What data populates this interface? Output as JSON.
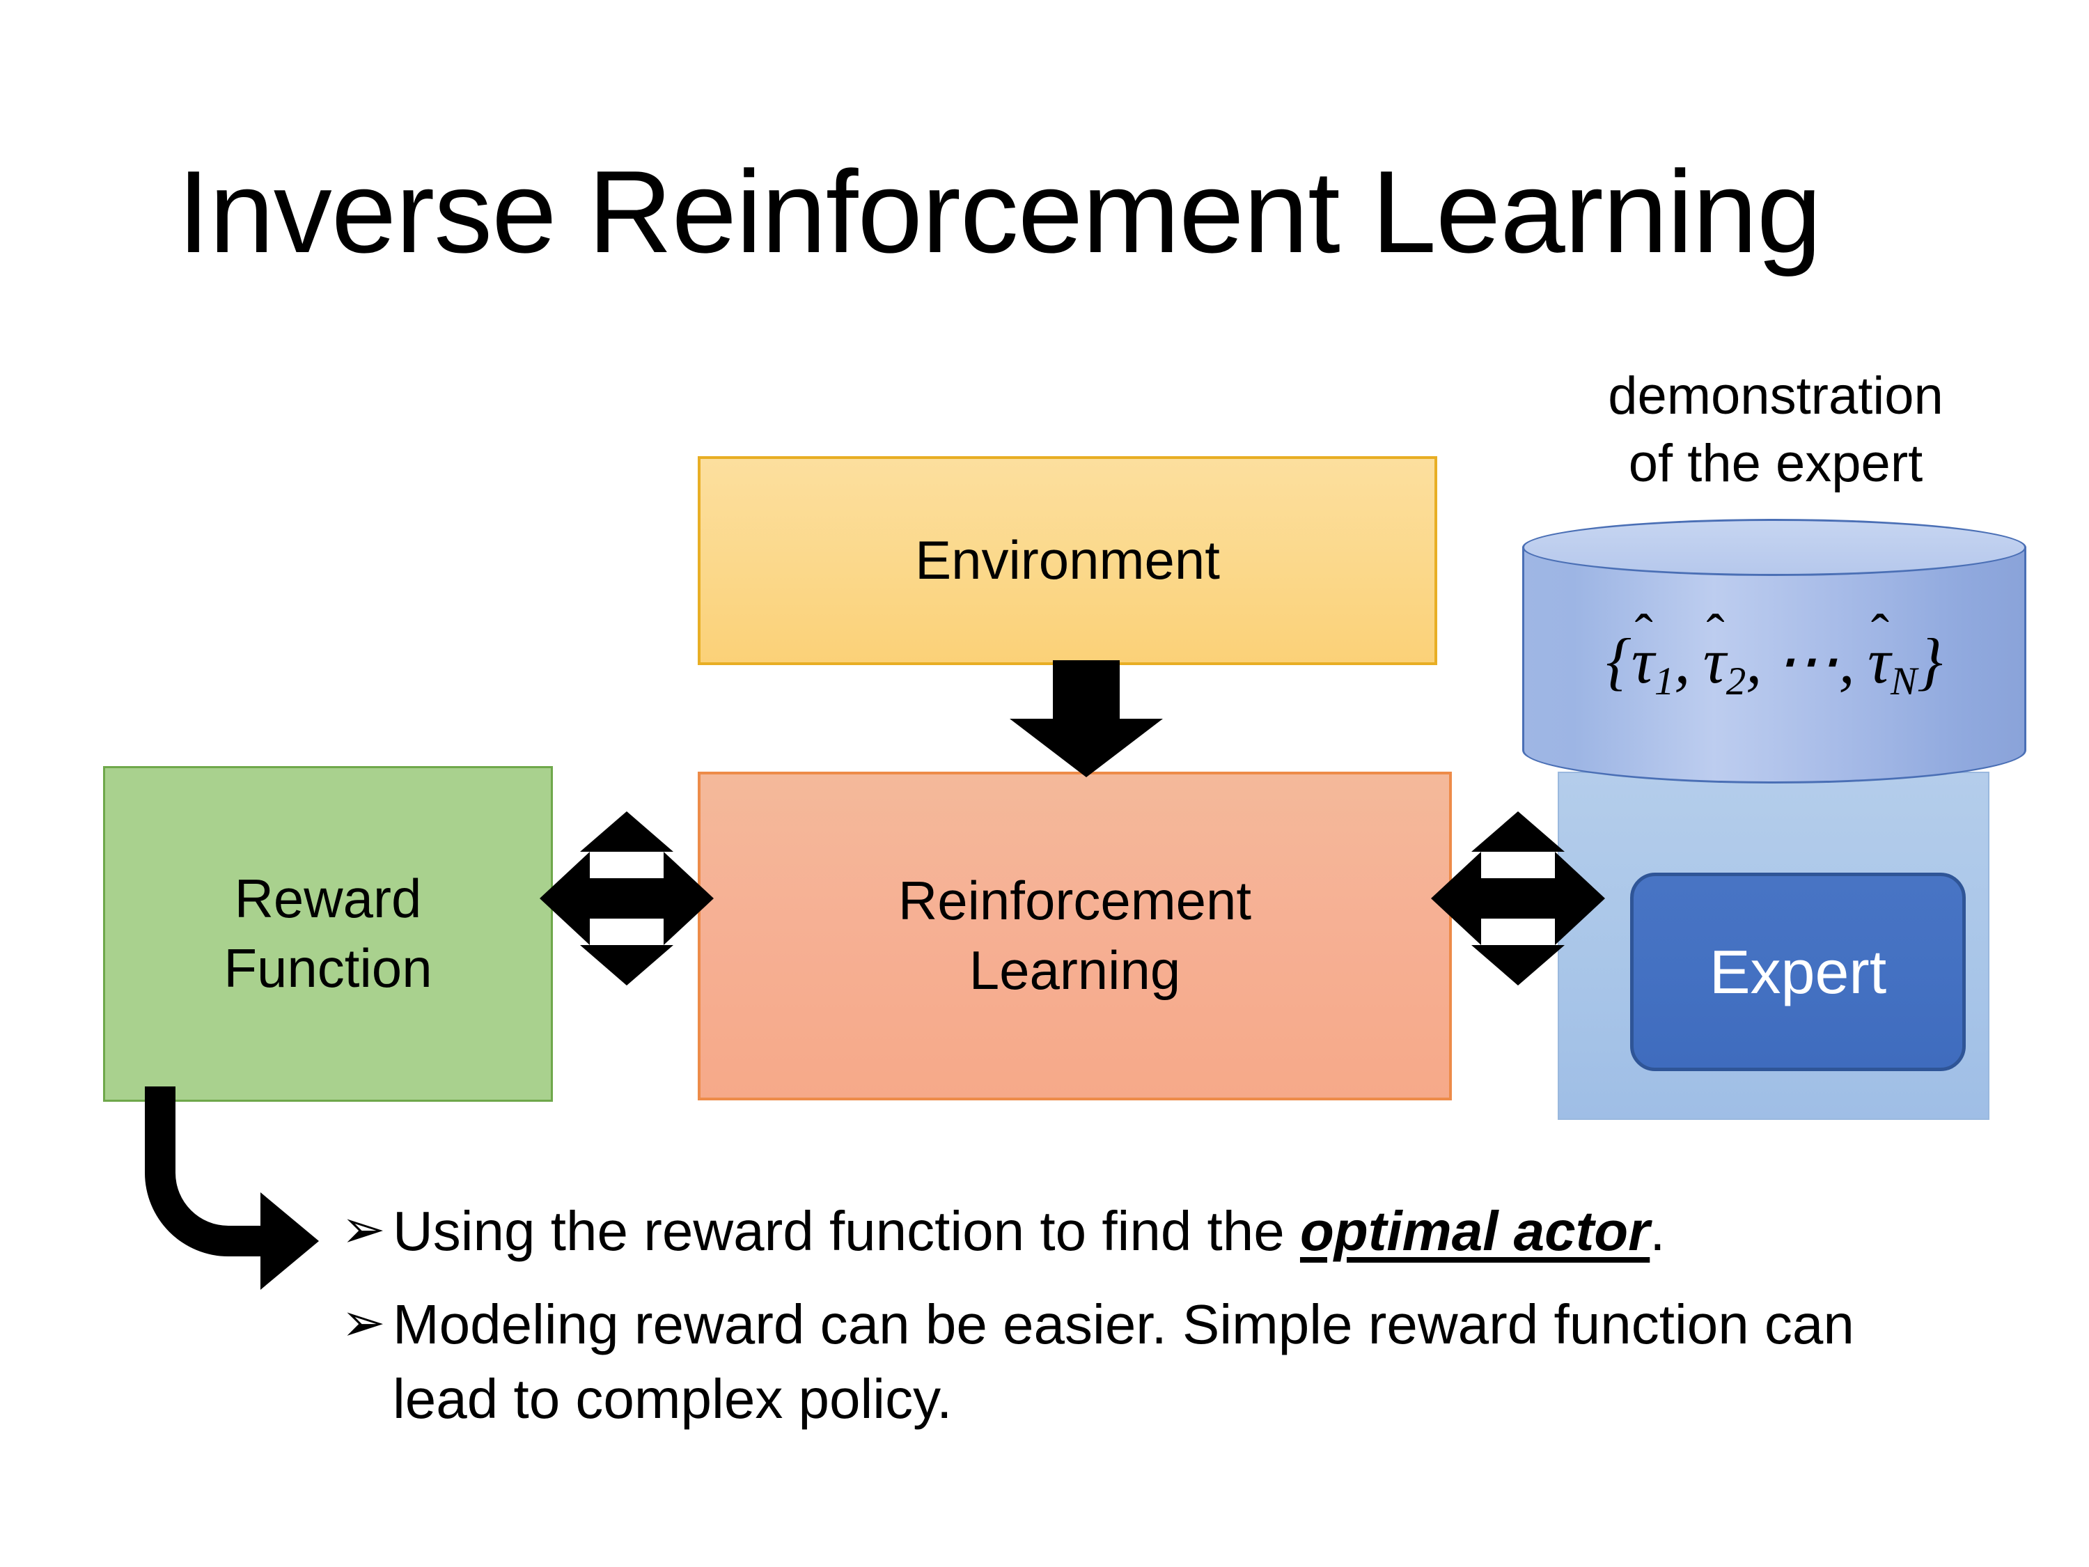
{
  "slide": {
    "title": "Inverse Reinforcement Learning",
    "background_color": "#FFFFFF"
  },
  "diagram": {
    "environment": {
      "label": "Environment",
      "fill_color": "#FBD88A",
      "border_color": "#E8AE24"
    },
    "reinforcement_learning": {
      "label_line1": "Reinforcement",
      "label_line2": "Learning",
      "fill_color": "#F6B094",
      "border_color": "#ED8B49"
    },
    "reward_function": {
      "label_line1": "Reward",
      "label_line2": "Function",
      "fill_color": "#A9D18E",
      "border_color": "#6FA84B"
    },
    "expert_group": {
      "caption_line1": "demonstration",
      "caption_line2": "of the expert",
      "backdrop_color": "#A8C5E8",
      "cylinder": {
        "open_brace": "{",
        "tau_1": "τ",
        "hat": "ˆ",
        "sub_1": "1",
        "comma_1": ",",
        "tau_2": "τ",
        "sub_2": "2",
        "comma_2": ",",
        "ellipsis": "⋯",
        "comma_3": ",",
        "tau_n": "τ",
        "sub_n": "N",
        "close_brace": "}",
        "fill_color": "#A8BCE8",
        "border_color": "#4A6FB5"
      },
      "expert": {
        "label": "Expert",
        "fill_color": "#4472C4",
        "border_color": "#2F5597",
        "text_color": "#FFFFFF"
      }
    },
    "arrows": {
      "environment_to_rl": "down-arrow",
      "reward_rl_link": "quad-arrow",
      "rl_expert_link": "quad-arrow",
      "reward_to_bullets": "bent-arrow",
      "color": "#000000"
    }
  },
  "bullets": [
    {
      "marker": "➢",
      "prefix": "Using the reward function to find the ",
      "emphasis": "optimal actor",
      "suffix": "."
    },
    {
      "marker": "➢",
      "prefix": "Modeling reward can be easier. Simple reward function can lead to complex policy.",
      "emphasis": "",
      "suffix": ""
    }
  ]
}
